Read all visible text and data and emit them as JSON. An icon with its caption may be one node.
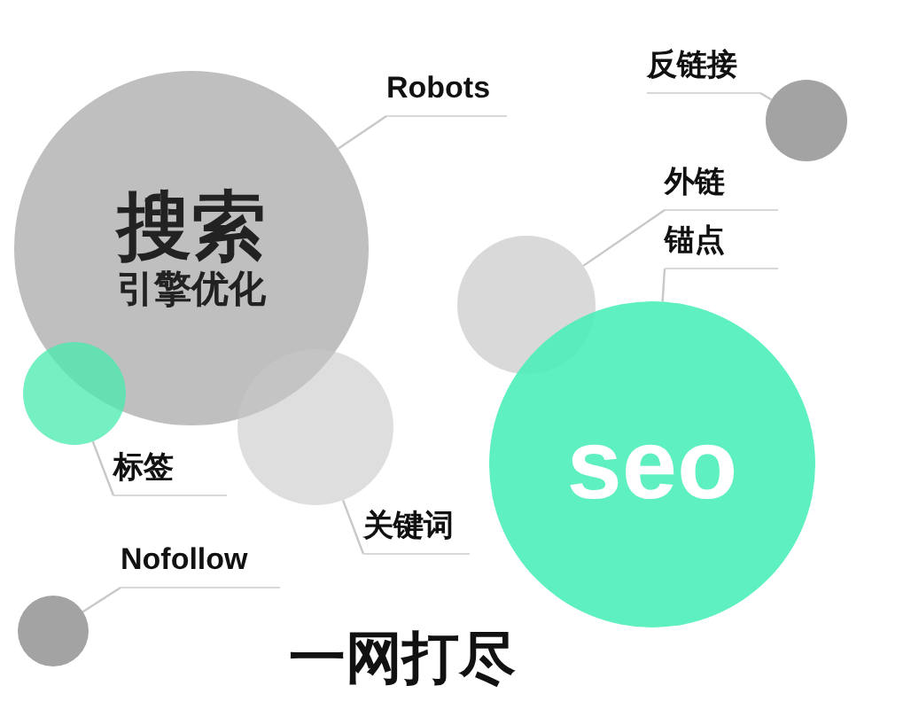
{
  "diagram": {
    "nodes": [
      {
        "text": [
          "搜索",
          "引擎优化"
        ]
      },
      {
        "text": [
          "Robots"
        ]
      },
      {
        "text": [
          "反链接"
        ]
      },
      {
        "text": [],
        "shape": "circle"
      },
      {
        "text": [
          "外链"
        ]
      },
      {
        "text": [
          "锚点"
        ]
      },
      {
        "text": [],
        "shape": "circle"
      },
      {
        "text": [
          "seo"
        ]
      },
      {
        "text": [],
        "shape": "circle"
      },
      {
        "text": [
          "标签"
        ]
      },
      {
        "text": [],
        "shape": "circle"
      },
      {
        "text": [
          "关键词"
        ]
      },
      {
        "text": [
          "Nofollow"
        ]
      },
      {
        "text": [],
        "shape": "circle"
      }
    ],
    "edges": [
      {
        "from": 1,
        "to": 0,
        "arrow": "none"
      },
      {
        "from": 2,
        "to": 3,
        "arrow": "none"
      },
      {
        "from": 4,
        "to": 6,
        "arrow": "none"
      },
      {
        "from": 5,
        "to": 7,
        "arrow": "none"
      },
      {
        "from": 9,
        "to": 8,
        "arrow": "none"
      },
      {
        "from": 11,
        "to": 10,
        "arrow": "none"
      },
      {
        "from": 12,
        "to": 13,
        "arrow": "none"
      }
    ],
    "labels": [
      "一网打尽"
    ]
  }
}
